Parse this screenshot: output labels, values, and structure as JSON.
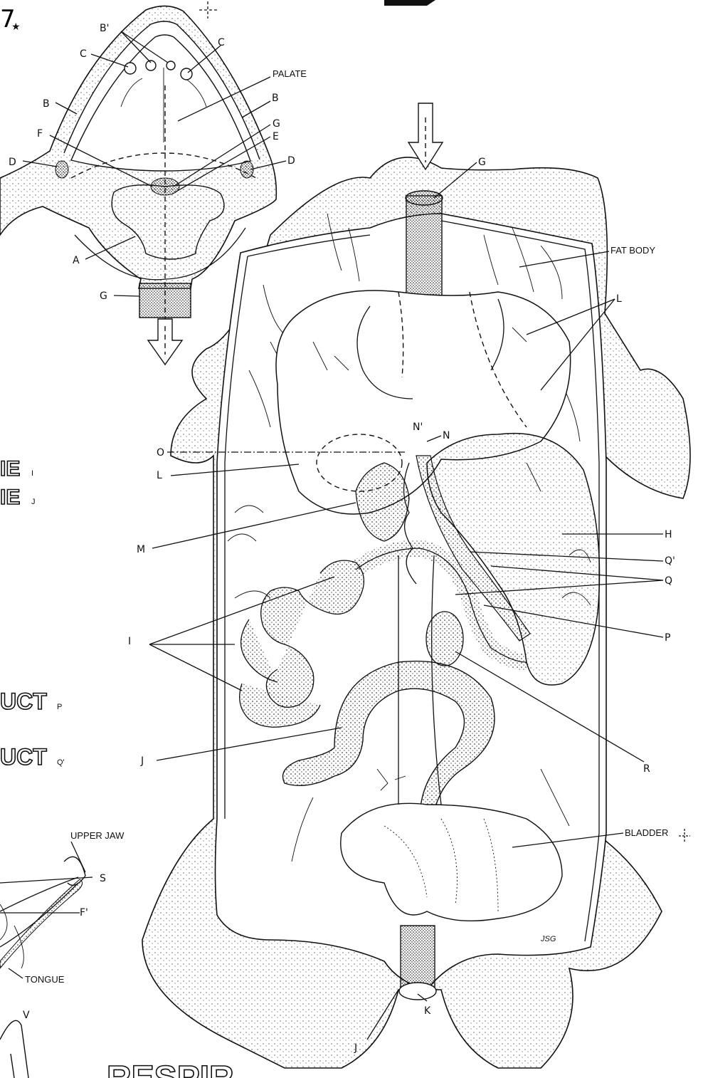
{
  "figure": {
    "top_fragment": "7",
    "star": "★",
    "mouth_labels": {
      "b_prime": "B'",
      "c_left": "C",
      "c_right": "C",
      "palate": "PALATE",
      "b_left": "B",
      "b_right": "B",
      "g_right": "G",
      "e": "E",
      "f": "F",
      "d_left": "D",
      "d_right": "D",
      "a": "A",
      "g_bottom": "G"
    },
    "body_labels": {
      "g_top": "G",
      "fat_body": "FAT BODY",
      "l_top": "L",
      "n_prime": "N'",
      "n": "N",
      "o": "O",
      "l_left": "L",
      "m": "M",
      "h": "H",
      "q_prime": "Q'",
      "q": "Q",
      "i": "I",
      "p": "P",
      "r": "R",
      "j_left": "J",
      "bladder": "BLADDER",
      "j_bottom": "J",
      "k": "K",
      "signature": "JSG"
    },
    "side_labels": {
      "upper_jaw": "UPPER JAW",
      "s": "S",
      "f_prime": "F'",
      "tongue": "TONGUE",
      "v": "V"
    },
    "margin_fragments": {
      "frag_i_main": "IE",
      "frag_i_sub": "I",
      "frag_j_main": "IE",
      "frag_j_sub": "J",
      "frag_p_main": "UCT",
      "frag_p_sub": "P",
      "frag_q_main": "UCT",
      "frag_q_sub": "Q'",
      "frag_bottom": "RESPIR"
    }
  }
}
